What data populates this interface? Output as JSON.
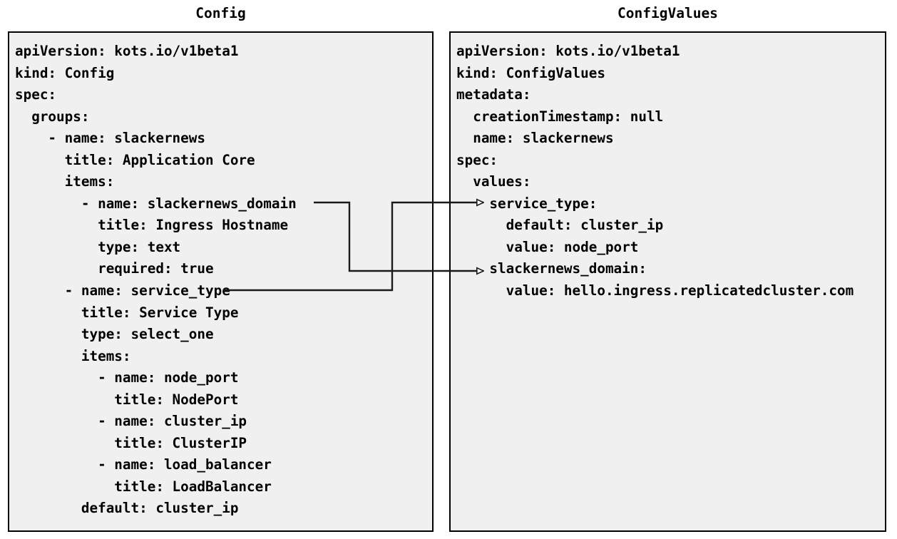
{
  "diagram": {
    "title_left": "Config",
    "title_right": "ConfigValues",
    "background": "#ffffff",
    "panel_fill": "#f0f0f0",
    "panel_border": "#000000",
    "connector_color": "#1a1a1a",
    "arrowhead_style": "hollow-triangle"
  },
  "config_panel": {
    "label": "Config",
    "lines": [
      "apiVersion: kots.io/v1beta1",
      "kind: Config",
      "spec:",
      "  groups:",
      "    - name: slackernews",
      "      title: Application Core",
      "      items:",
      "        - name: slackernews_domain",
      "          title: Ingress Hostname",
      "          type: text",
      "          required: true",
      "      - name: service_type",
      "        title: Service Type",
      "        type: select_one",
      "        items:",
      "          - name: node_port",
      "            title: NodePort",
      "          - name: cluster_ip",
      "            title: ClusterIP",
      "          - name: load_balancer",
      "            title: LoadBalancer",
      "        default: cluster_ip"
    ]
  },
  "configvalues_panel": {
    "label": "ConfigValues",
    "lines": [
      "apiVersion: kots.io/v1beta1",
      "kind: ConfigValues",
      "metadata:",
      "  creationTimestamp: null",
      "  name: slackernews",
      "spec:",
      "  values:",
      "    service_type:",
      "      default: cluster_ip",
      "      value: node_port",
      "    slackernews_domain:",
      "      value: hello.ingress.replicatedcluster.com"
    ]
  },
  "connectors": [
    {
      "name": "slackernews-domain-link",
      "from_label": "slackernews_domain",
      "from_side": "config",
      "to_label": "slackernews_domain:",
      "to_side": "configvalues"
    },
    {
      "name": "service-type-link",
      "from_label": "service_type",
      "from_side": "config",
      "to_label": "service_type:",
      "to_side": "configvalues"
    }
  ]
}
